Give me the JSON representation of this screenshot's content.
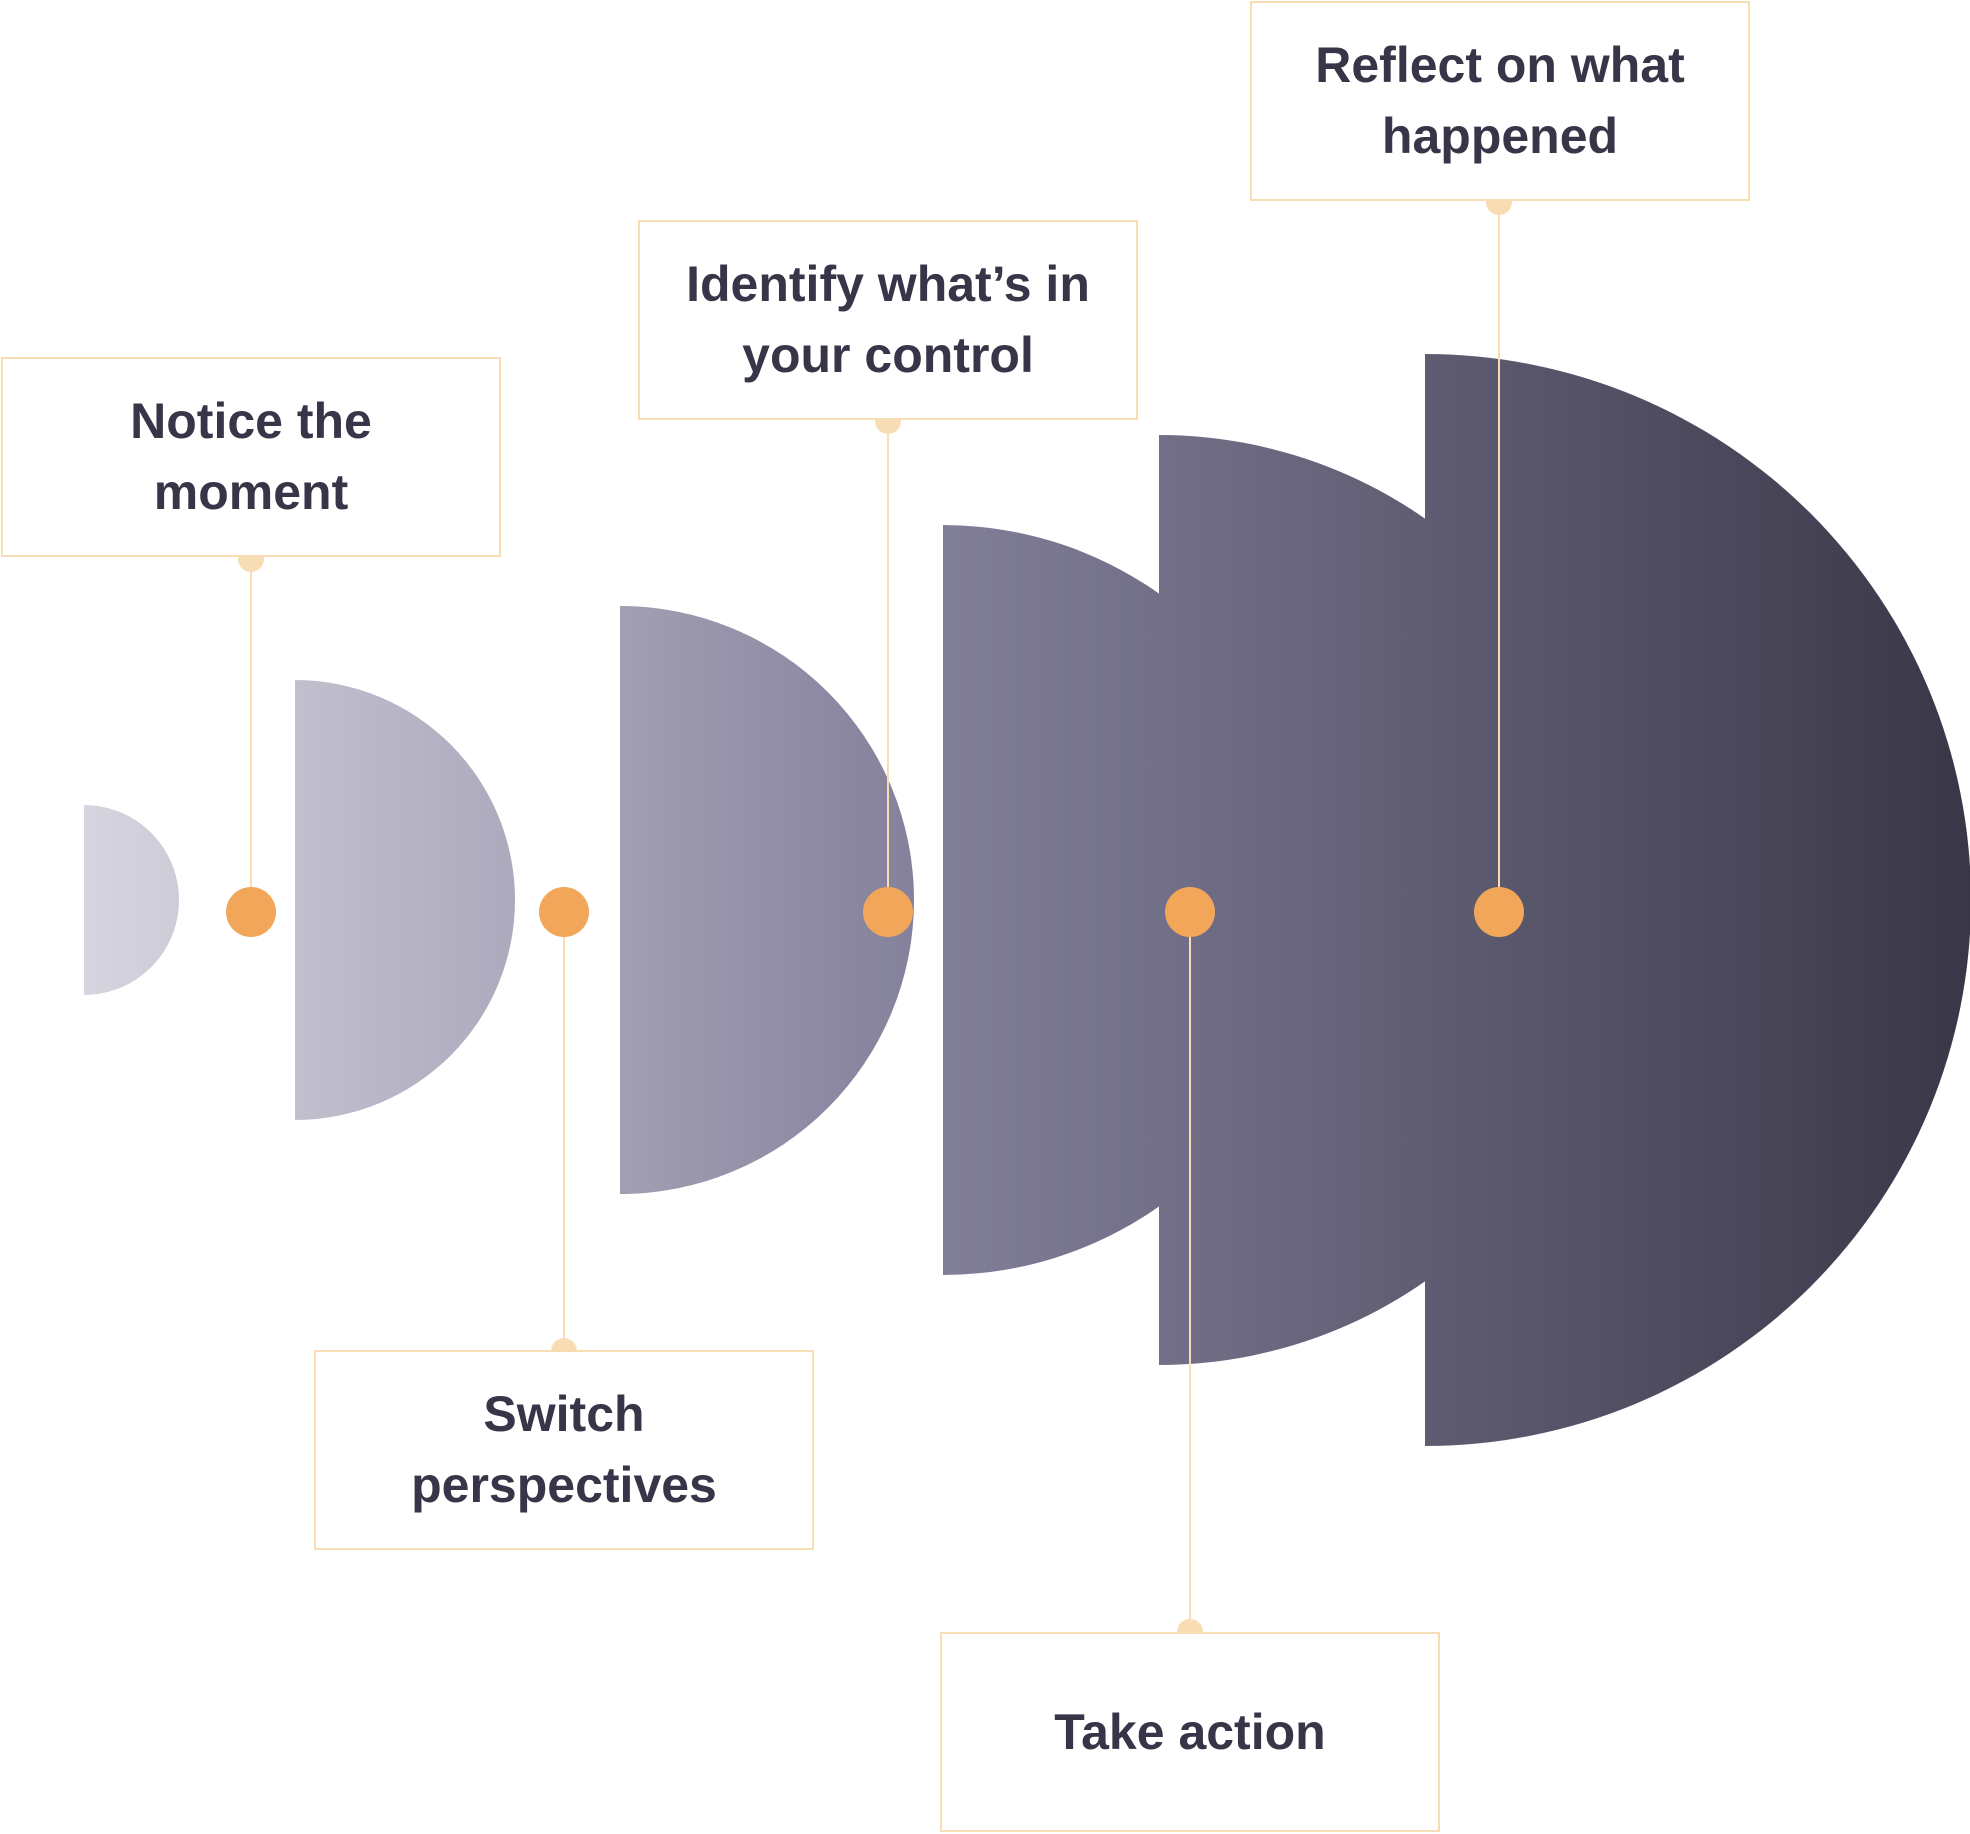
{
  "colors": {
    "box_border": "#f8dcb3",
    "connector": "#f8dcb3",
    "connector_dot": "#f8dcb3",
    "marker": "#f2a65a",
    "text": "#373648",
    "shape_gradient_start": "#d6d5df",
    "shape_gradient_end": "#393747"
  },
  "steps": [
    {
      "label": "Notice the moment"
    },
    {
      "label": "Switch perspectives"
    },
    {
      "label": "Identify what’s in your control"
    },
    {
      "label": "Take action"
    },
    {
      "label": "Reflect on what happened"
    }
  ]
}
